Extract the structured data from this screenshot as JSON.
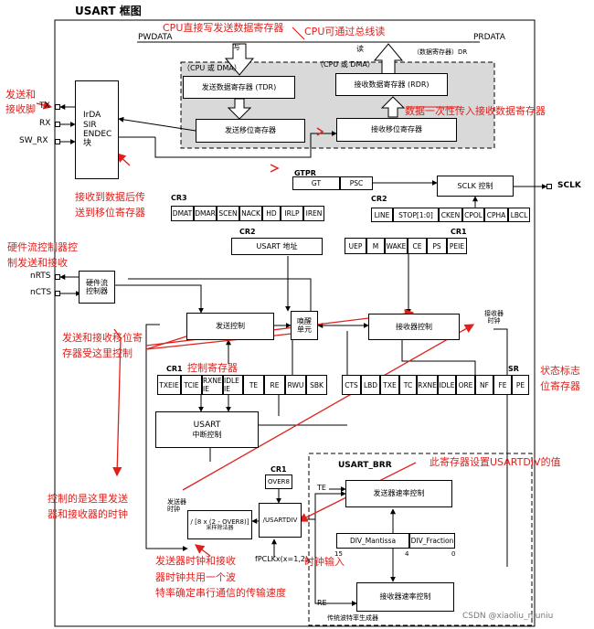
{
  "diagram": {
    "title": "USART 框图",
    "bus": {
      "pwdata": "PWDATA",
      "prdata": "PRDATA",
      "write": "写",
      "read": "读",
      "data_register": "（数据寄存器）DR",
      "cpu_dma_left": "（CPU 或 DMA）",
      "cpu_dma_right": "（CPU 或 DMA）"
    },
    "blocks": {
      "tdr": "发送数据寄存器 (TDR)",
      "rdr": "接收数据寄存器 (RDR)",
      "tx_shift": "发送移位寄存器",
      "rx_shift": "接收移位寄存器",
      "irda": [
        "IrDA",
        "SIR",
        "ENDEC",
        "块"
      ],
      "hw_flow": [
        "硬件流",
        "控制器"
      ],
      "sclk_ctrl": "SCLK 控制",
      "usart_addr": "USART 地址",
      "tx_ctrl": "发送控制",
      "wakeup": [
        "唤醒",
        "单元"
      ],
      "rx_ctrl": "接收器控制",
      "interrupt": [
        "USART",
        "中断控制"
      ],
      "tx_rate": "发送器速率控制",
      "rx_rate": "接收器速率控制",
      "sample_div": "/ [8 x (2 - OVER8)]",
      "sample_div_sub": "采样除法器",
      "usartdiv": "/USARTDIV",
      "div_mantissa": "DIV_Mantissa",
      "div_fraction": "DIV_Fraction",
      "over8": "OVER8"
    },
    "pins": {
      "tx": "TX",
      "rx": "RX",
      "sw_rx": "SW_RX",
      "nrts": "nRTS",
      "ncts": "nCTS",
      "sclk": "SCLK"
    },
    "registers": {
      "gtpr_label": "GTPR",
      "gtpr": [
        "GT",
        "PSC"
      ],
      "cr3_label": "CR3",
      "cr3": [
        "DMAT",
        "DMAR",
        "SCEN",
        "NACK",
        "HD",
        "IRLP",
        "IREN"
      ],
      "cr2_label": "CR2",
      "cr2": [
        "LINE",
        "STOP[1:0]",
        "CKEN",
        "CPOL",
        "CPHA",
        "LBCL"
      ],
      "cr2b_label": "CR2",
      "cr1a_label": "CR1",
      "cr1a": [
        "UEP",
        "M",
        "WAKE",
        "CE",
        "PS",
        "PEIE"
      ],
      "cr1b_label": "CR1",
      "cr1b": [
        "TXEIE",
        "TCIE",
        "RXNE IE",
        "IDLE IE",
        "TE",
        "RE",
        "RWU",
        "SBK"
      ],
      "sr_label": "SR",
      "sr": [
        "CTS",
        "LBD",
        "TXE",
        "TC",
        "RXNE",
        "IDLE",
        "ORE",
        "NF",
        "FE",
        "PE"
      ],
      "cr1c_label": "CR1",
      "brr_label": "USART_BRR"
    },
    "labels": {
      "tx_clock": [
        "发送器",
        "时钟"
      ],
      "rx_clock": [
        "接收器",
        "时钟"
      ],
      "te": "TE",
      "re": "RE",
      "fpclk": "fPCLKx(x=1,2)",
      "bit15": "15",
      "bit4": "4",
      "bit0": "0",
      "baud_gen": "传统波特率生成器"
    },
    "annotations": {
      "cpu_write": "CPU直接写发送数据寄存器",
      "cpu_read": "CPU可通过总线读",
      "tx_rx_pins": [
        "发送和",
        "接收脚"
      ],
      "data_to_rdr": "数据一次性传入接收数据寄存器",
      "rx_to_shift": [
        "接收到数据后传",
        "送到移位寄存器"
      ],
      "hw_flow": [
        "硬件流控制器控",
        "制发送和接收"
      ],
      "shift_ctrl": [
        "发送和接收移位寄",
        "存器受这里控制"
      ],
      "ctrl_reg": "控制寄存器",
      "status_reg": [
        "状态标志",
        "位寄存器"
      ],
      "brr_set": "此寄存器设置USARTDIV的值",
      "clock_ctrl": [
        "控制的是这里发送",
        "器和接收器的时钟"
      ],
      "clock_input": "时钟输入",
      "shared_clock": [
        "发送器时钟和接收",
        "器时钟共用一个波",
        "特率确定串行通信的传输速度"
      ]
    },
    "watermark": "CSDN @xiaoliu_niuniu"
  }
}
